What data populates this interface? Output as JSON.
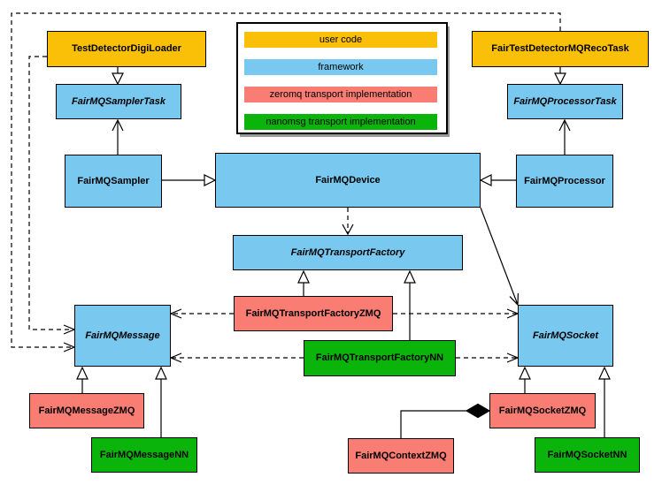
{
  "colors": {
    "user_code": "#FAC008",
    "framework": "#78C8F0",
    "zeromq": "#FA7D73",
    "nanomsg": "#0AB40A",
    "edge": "#000000",
    "background": "#FFFFFF"
  },
  "legend": {
    "items": [
      {
        "label": "user code",
        "category": "user_code"
      },
      {
        "label": "framework",
        "category": "framework"
      },
      {
        "label": "zeromq transport implementation",
        "category": "zeromq"
      },
      {
        "label": "nanomsg transport implementation",
        "category": "nanomsg"
      }
    ]
  },
  "nodes": [
    {
      "label": "TestDetectorDigiLoader",
      "category": "user_code",
      "abstract": false
    },
    {
      "label": "FairTestDetectorMQRecoTask",
      "category": "user_code",
      "abstract": false
    },
    {
      "label": "FairMQSamplerTask",
      "category": "framework",
      "abstract": true
    },
    {
      "label": "FairMQProcessorTask",
      "category": "framework",
      "abstract": true
    },
    {
      "label": "FairMQSampler",
      "category": "framework",
      "abstract": false
    },
    {
      "label": "FairMQProcessor",
      "category": "framework",
      "abstract": false
    },
    {
      "label": "FairMQDevice",
      "category": "framework",
      "abstract": false
    },
    {
      "label": "FairMQTransportFactory",
      "category": "framework",
      "abstract": true
    },
    {
      "label": "FairMQTransportFactoryZMQ",
      "category": "zeromq",
      "abstract": false
    },
    {
      "label": "FairMQTransportFactoryNN",
      "category": "nanomsg",
      "abstract": false
    },
    {
      "label": "FairMQMessage",
      "category": "framework",
      "abstract": true
    },
    {
      "label": "FairMQSocket",
      "category": "framework",
      "abstract": true
    },
    {
      "label": "FairMQMessageZMQ",
      "category": "zeromq",
      "abstract": false
    },
    {
      "label": "FairMQMessageNN",
      "category": "nanomsg",
      "abstract": false
    },
    {
      "label": "FairMQSocketZMQ",
      "category": "zeromq",
      "abstract": false
    },
    {
      "label": "FairMQSocketNN",
      "category": "nanomsg",
      "abstract": false
    },
    {
      "label": "FairMQContextZMQ",
      "category": "zeromq",
      "abstract": false
    }
  ]
}
